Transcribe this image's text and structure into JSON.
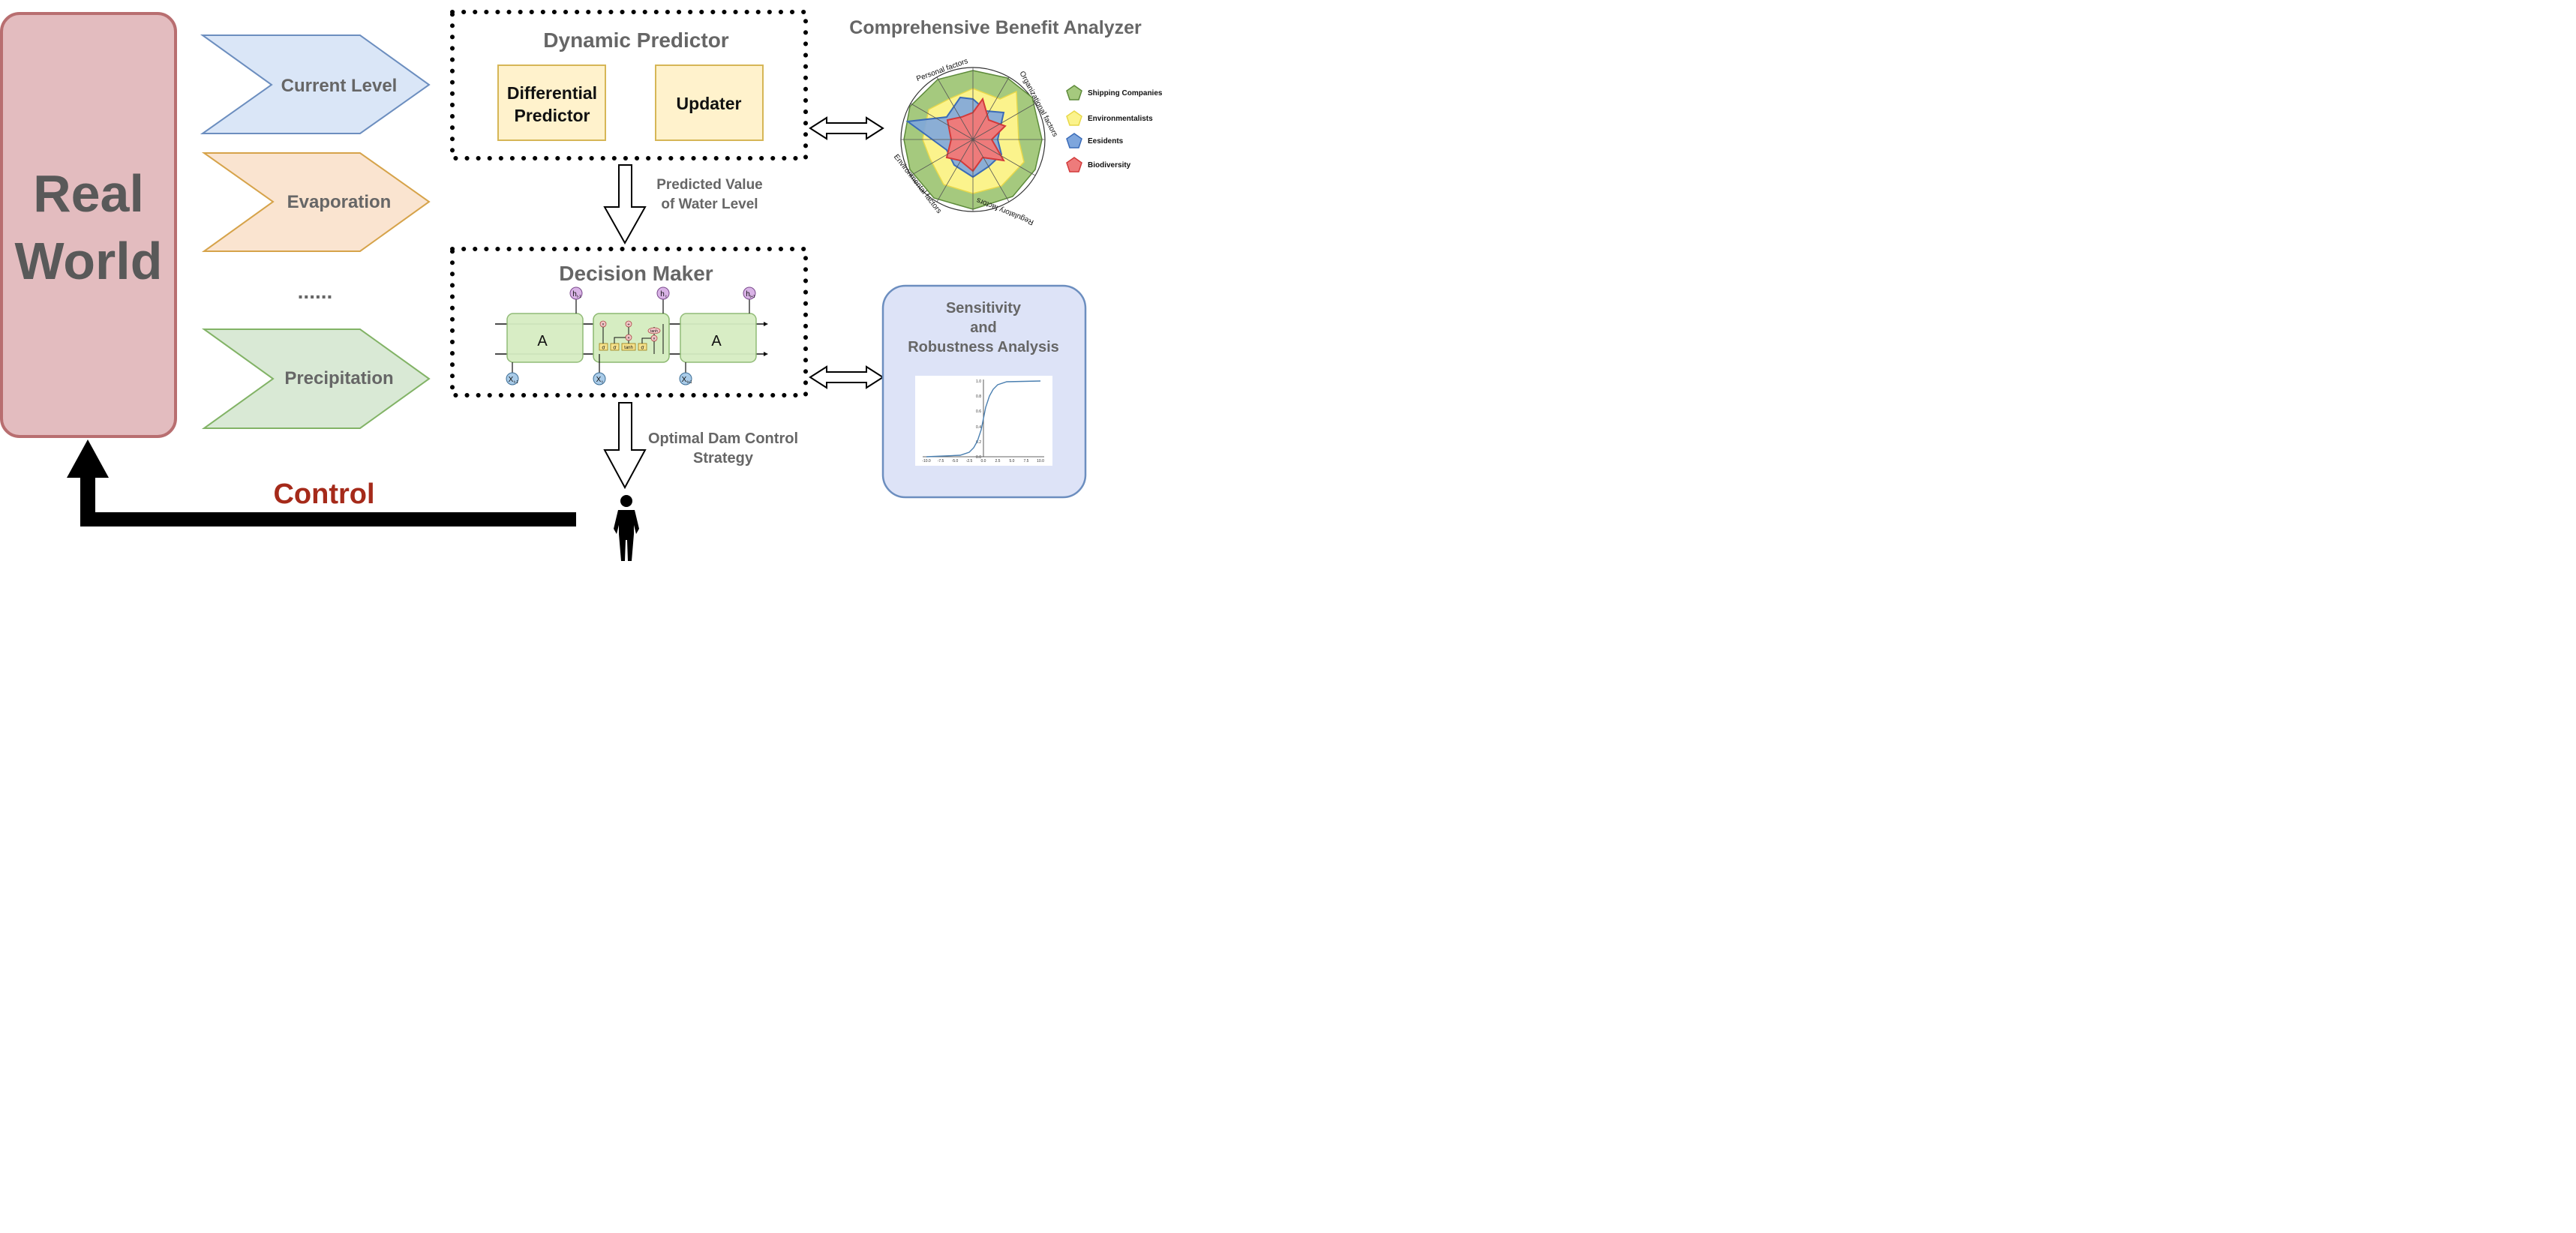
{
  "real_world": {
    "line1": "Real",
    "line2": "World"
  },
  "inputs": [
    {
      "label": "Current Level",
      "fill": "#dae6f7",
      "stroke": "#6c8ebf"
    },
    {
      "label": "Evaporation",
      "fill": "#fae4d0",
      "stroke": "#d6a34a"
    },
    {
      "label": "......"
    },
    {
      "label": "Precipitation",
      "fill": "#d9e9d5",
      "stroke": "#82b366"
    }
  ],
  "dynamic_predictor": {
    "title": "Dynamic Predictor",
    "differential_predictor": {
      "line1": "Differential",
      "line2": "Predictor"
    },
    "updater": "Updater"
  },
  "predicted_value": {
    "line1": "Predicted Value",
    "line2": "of Water Level"
  },
  "decision_maker": {
    "title": "Decision Maker",
    "lstm": {
      "cell_label": "A",
      "outputs": [
        "h",
        "h",
        "h"
      ],
      "output_subs": [
        "t-1",
        "t",
        "t+1"
      ],
      "inputs": [
        "X",
        "X",
        "X"
      ],
      "input_subs": [
        "t-1",
        "t",
        "t+1"
      ],
      "gates": [
        "σ",
        "σ",
        "tanh",
        "σ"
      ],
      "cell_tanh": "tanh",
      "ops": [
        "×",
        "+",
        "×",
        "×"
      ]
    }
  },
  "optimal_strategy": {
    "line1": "Optimal Dam Control",
    "line2": "Strategy"
  },
  "control": {
    "label": "Control",
    "color": "#a52a1a"
  },
  "benefit_analyzer": {
    "title": "Comprehensive Benefit Analyzer",
    "axes": [
      "Personal factors",
      "Organizational factors",
      "Regulatory factors",
      "Environmental factors"
    ],
    "legend": [
      {
        "label": "Shipping Companies",
        "color": "#82b366"
      },
      {
        "label": "Environmentalists",
        "color": "#ffff66"
      },
      {
        "label": "Eesidents",
        "color": "#6c8ebf"
      },
      {
        "label": "Biodiversity",
        "color": "#ea6b66"
      }
    ]
  },
  "sensitivity": {
    "line1": "Sensitivity",
    "line2": "and",
    "line3": "Robustness Analysis",
    "plot": {
      "x_ticks": [
        "-10.0",
        "-7.5",
        "-5.0",
        "-2.5",
        "0.0",
        "2.5",
        "5.0",
        "7.5",
        "10.0"
      ],
      "y_ticks": [
        "0.0",
        "0.2",
        "0.4",
        "0.6",
        "0.8",
        "1.0"
      ]
    }
  }
}
